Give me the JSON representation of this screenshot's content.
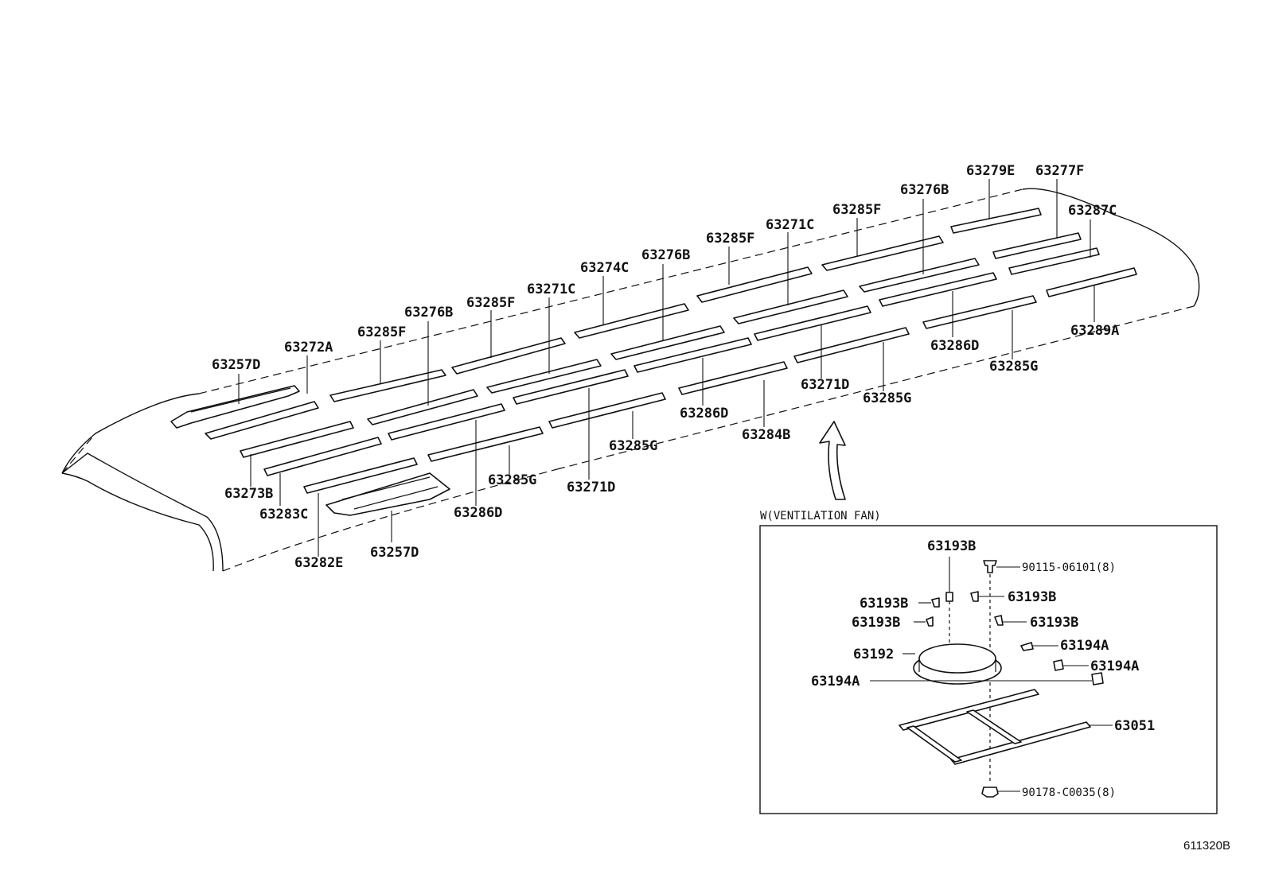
{
  "diagram_code": "611320B",
  "inset": {
    "title": "W(VENTILATION FAN)"
  },
  "main_labels": [
    "63257D",
    "63272A",
    "63285F",
    "63276B",
    "63285F",
    "63271C",
    "63274C",
    "63276B",
    "63285F",
    "63271C",
    "63285F",
    "63276B",
    "63279E",
    "63277F",
    "63287C",
    "63289A",
    "63286D",
    "63285G",
    "63285G",
    "63271D",
    "63286D",
    "63284B",
    "63285G",
    "63271D",
    "63285G",
    "63286D",
    "63273B",
    "63283C",
    "63282E",
    "63257D"
  ],
  "inset_labels": [
    "63193B",
    "90115-06101(8)",
    "63193B",
    "63193B",
    "63193B",
    "63193B",
    "63194A",
    "63192",
    "63194A",
    "63194A",
    "63051",
    "90178-C0035(8)"
  ]
}
